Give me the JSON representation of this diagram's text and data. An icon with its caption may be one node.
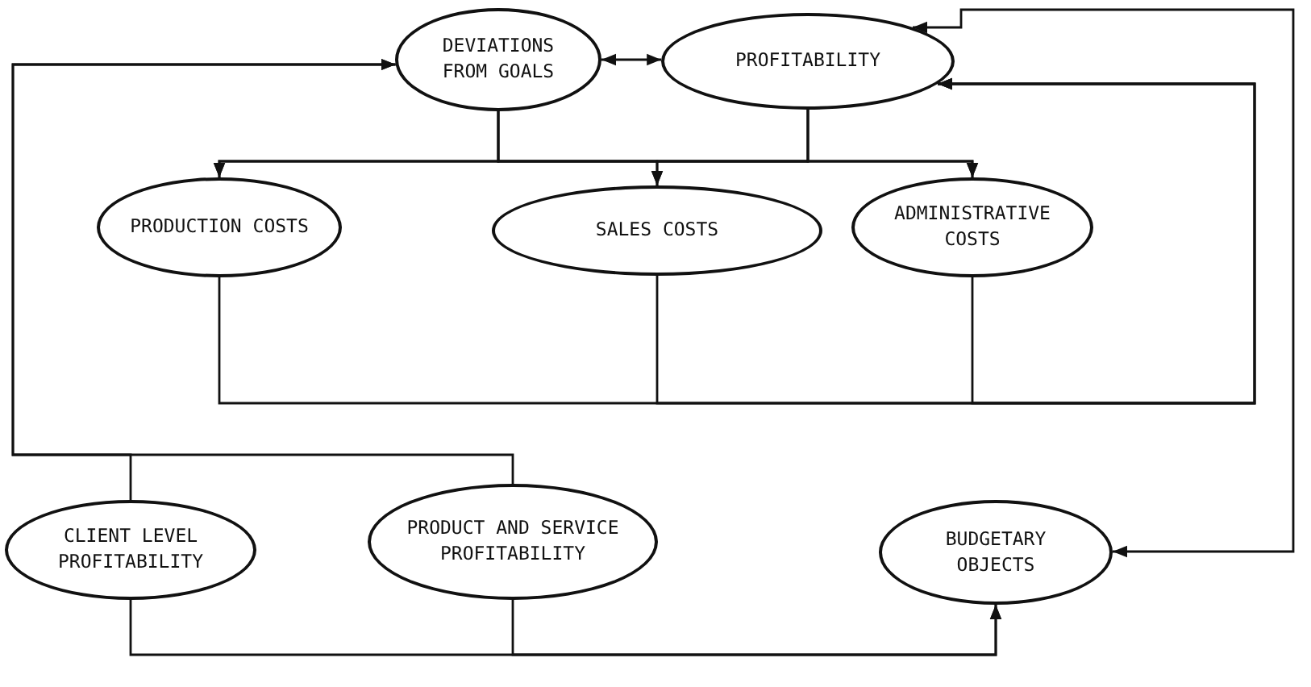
{
  "diagram": {
    "nodes": [
      {
        "text": [
          "DEVIATIONS FROM GOALS"
        ]
      },
      {
        "text": [
          "PROFITABILITY"
        ]
      },
      {
        "text": [
          "PRODUCTION COSTS"
        ]
      },
      {
        "text": [
          "SALES COSTS"
        ]
      },
      {
        "text": [
          "ADMINISTRATIVE COSTS"
        ]
      },
      {
        "text": [
          "CLIENT LEVEL PROFITABILITY"
        ]
      },
      {
        "text": [
          "PRODUCT AND SERVICE PROFITABILITY"
        ]
      },
      {
        "text": [
          "BUDGETARY OBJECTS"
        ]
      }
    ],
    "edges": [
      {
        "from": 0,
        "to": 1,
        "arrow": "both"
      },
      {
        "from": 0,
        "to": 2,
        "arrow": "to"
      },
      {
        "from": 0,
        "to": 3,
        "arrow": "to"
      },
      {
        "from": 0,
        "to": 4,
        "arrow": "to"
      },
      {
        "from": 1,
        "to": 2,
        "arrow": "to"
      },
      {
        "from": 1,
        "to": 3,
        "arrow": "to"
      },
      {
        "from": 1,
        "to": 4,
        "arrow": "to"
      },
      {
        "from": 2,
        "to": 1,
        "arrow": "to"
      },
      {
        "from": 3,
        "to": 1,
        "arrow": "to"
      },
      {
        "from": 4,
        "to": 1,
        "arrow": "to"
      },
      {
        "from": 5,
        "to": 0,
        "arrow": "to"
      },
      {
        "from": 6,
        "to": 0,
        "arrow": "to"
      },
      {
        "from": 5,
        "to": 7,
        "arrow": "to"
      },
      {
        "from": 6,
        "to": 7,
        "arrow": "to"
      },
      {
        "from": 7,
        "to": 1,
        "arrow": "both"
      }
    ]
  }
}
